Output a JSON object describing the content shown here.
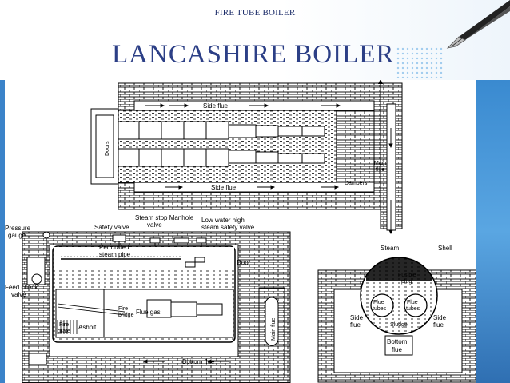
{
  "slide": {
    "header": "FIRE TUBE BOILER",
    "title": "LANCASHIRE BOILER"
  },
  "diagram": {
    "plan_view": {
      "side_flue_top": "Side flue",
      "side_flue_bottom": "Side flue",
      "doors": "Doors",
      "main_flue": "Main flue",
      "dampers": "Dampers"
    },
    "side_view": {
      "steam_stop_valve": "Steam stop valve",
      "manhole": "Manhole",
      "safety_valve": "Safety valve",
      "low_water_valve": "Low water high steam safety valve",
      "pressure_gauge": "Pressure gauge",
      "perforated_pipe": "Perforated steam pipe",
      "door": "Door",
      "feed_check_valve": "Feed check valve",
      "fire_bridge": "Fire bridge",
      "flue_gas": "Flue gas",
      "fire_grate": "Fire grate",
      "ashpit": "Ashpit",
      "bottom_flue": "Bottom flue",
      "main_flue": "Main flue"
    },
    "section_view": {
      "steam": "Steam",
      "shell": "Shell",
      "fusible_plug": "Fusible plug",
      "flue_tubes_left": "Flue tubes",
      "flue_tubes_right": "Flue tubes",
      "side_flue_left": "Side flue",
      "side_flue_right": "Side flue",
      "sludge": "Sludge",
      "bottom_flue": "Bottom flue"
    }
  }
}
